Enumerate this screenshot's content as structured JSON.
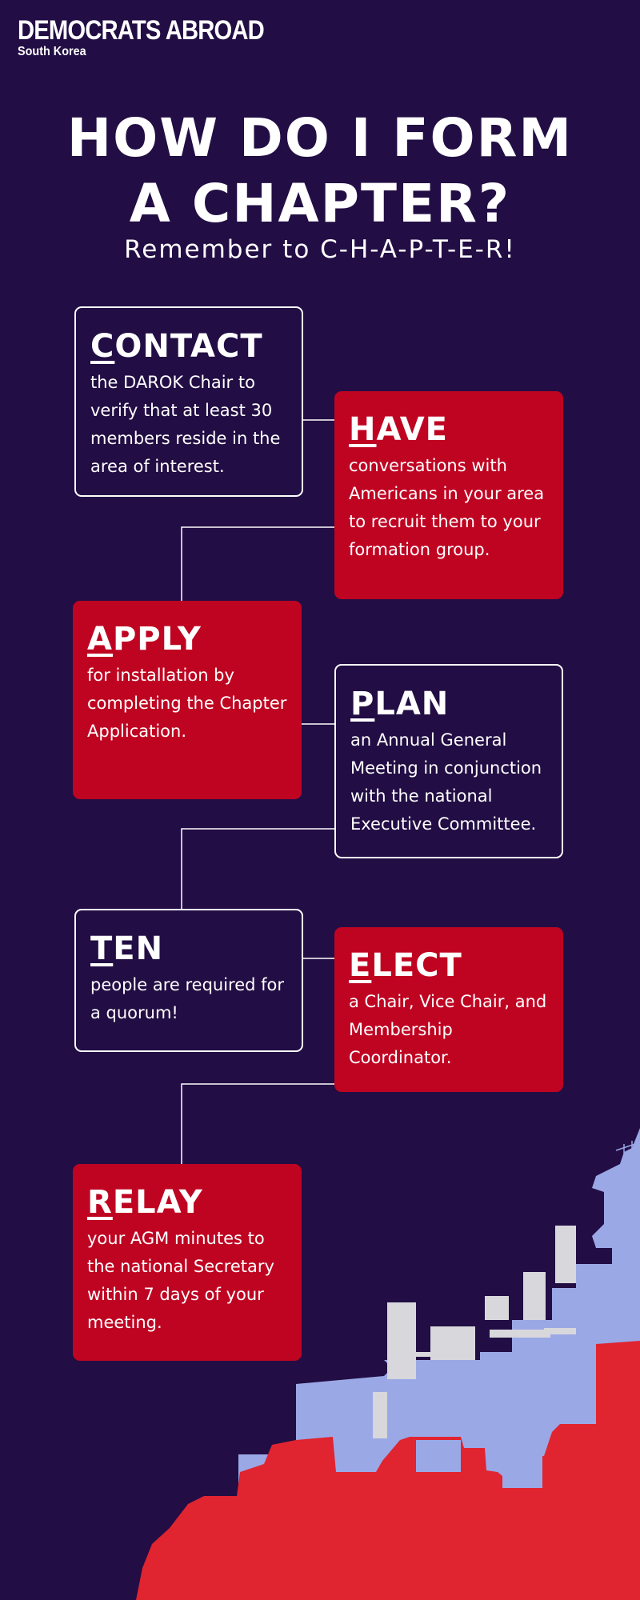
{
  "brand": {
    "name": "DEMOCRATS ABROAD",
    "region": "South Korea"
  },
  "header": {
    "title_line1": "HOW DO I FORM",
    "title_line2": "A CHAPTER?",
    "subtitle": "Remember to C-H-A-P-T-E-R!"
  },
  "steps": [
    {
      "initial": "C",
      "rest": "ONTACT",
      "text": "the DAROK Chair to verify that at least 30 members reside in the area of interest."
    },
    {
      "initial": "H",
      "rest": "AVE",
      "text": "conversations with Americans in your area to recruit them to your formation group."
    },
    {
      "initial": "A",
      "rest": "PPLY",
      "text": "for installation by completing the Chapter Application."
    },
    {
      "initial": "P",
      "rest": "LAN",
      "text": "an Annual General Meeting in conjunction with the national Executive Committee."
    },
    {
      "initial": "T",
      "rest": "EN",
      "text": "people are required for a quorum!"
    },
    {
      "initial": "E",
      "rest": "LECT",
      "text": "a Chair, Vice Chair, and Membership Coordinator."
    },
    {
      "initial": "R",
      "rest": "ELAY",
      "text": "your AGM minutes to the national Secretary within 7 days of your meeting."
    }
  ],
  "colors": {
    "background": "#220d44",
    "red_card": "#bf0422",
    "skyline_blue": "#9ba8e6",
    "skyline_red": "#e02430",
    "skyline_gray": "#d7d7dc",
    "text": "#ffffff"
  },
  "decorations": {
    "skyline": "city-skyline-with-pagoda"
  }
}
